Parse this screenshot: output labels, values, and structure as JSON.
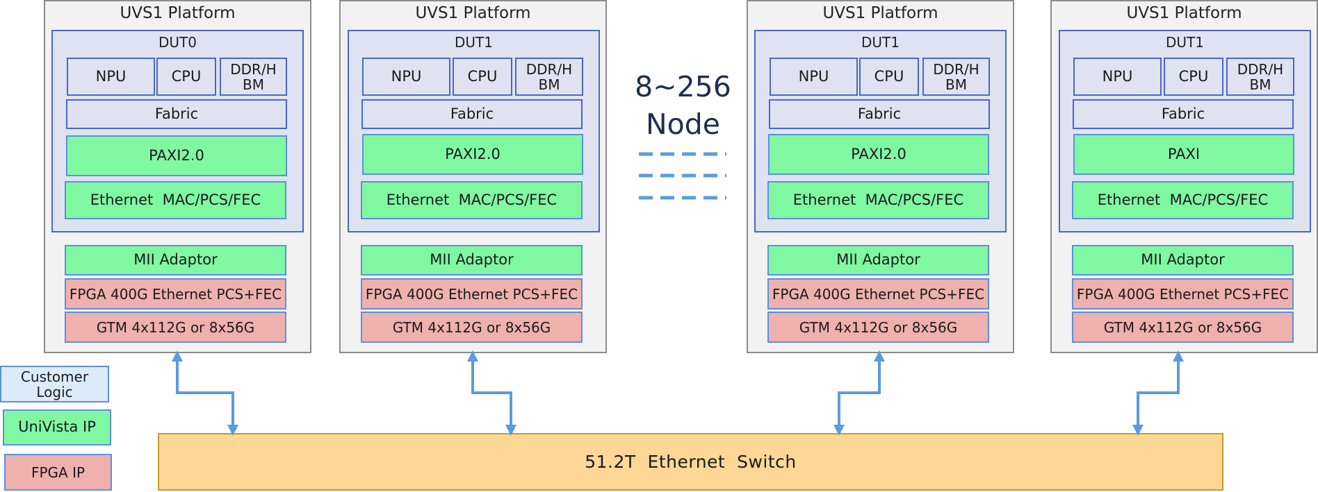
{
  "platforms": [
    {
      "title": "UVS1 Platform",
      "dut": "DUT0",
      "npu": "NPU",
      "cpu": "CPU",
      "ddr": "DDR/H\nBM",
      "fabric": "Fabric",
      "paxi": "PAXI2.0",
      "eth": "Ethernet  MAC/PCS/FEC",
      "mii": "MII Adaptor",
      "fpga": "FPGA 400G Ethernet PCS+FEC",
      "gtm": "GTM 4x112G or 8x56G"
    },
    {
      "title": "UVS1 Platform",
      "dut": "DUT1",
      "npu": "NPU",
      "cpu": "CPU",
      "ddr": "DDR/H\nBM",
      "fabric": "Fabric",
      "paxi": "PAXI2.0",
      "eth": "Ethernet  MAC/PCS/FEC",
      "mii": "MII Adaptor",
      "fpga": "FPGA 400G Ethernet PCS+FEC",
      "gtm": "GTM 4x112G or 8x56G"
    },
    {
      "title": "UVS1 Platform",
      "dut": "DUT1",
      "npu": "NPU",
      "cpu": "CPU",
      "ddr": "DDR/H\nBM",
      "fabric": "Fabric",
      "paxi": "PAXI2.0",
      "eth": "Ethernet  MAC/PCS/FEC",
      "mii": "MII Adaptor",
      "fpga": "FPGA 400G Ethernet PCS+FEC",
      "gtm": "GTM 4x112G or 8x56G"
    },
    {
      "title": "UVS1 Platform",
      "dut": "DUT1",
      "npu": "NPU",
      "cpu": "CPU",
      "ddr": "DDR/H\nBM",
      "fabric": "Fabric",
      "paxi": "PAXI",
      "eth": "Ethernet  MAC/PCS/FEC",
      "mii": "MII Adaptor",
      "fpga": "FPGA 400G Ethernet PCS+FEC",
      "gtm": "GTM 4x112G or 8x56G"
    }
  ],
  "node_label": {
    "line1": "8~256",
    "line2": "Node"
  },
  "switch_label": "51.2T  Ethernet  Switch",
  "legend": {
    "customer": "Customer\nLogic",
    "univista": "UniVista IP",
    "fpga": "FPGA IP"
  },
  "colors": {
    "platform_bg": "#f2f2f2",
    "dut_bg": "#dfe3f1",
    "univista_green": "#80f8a2",
    "fpga_pink": "#eeb1ae",
    "customer_blue": "#dcebfa",
    "switch_orange": "#fcd796",
    "arrow_blue": "#5b9be0"
  }
}
